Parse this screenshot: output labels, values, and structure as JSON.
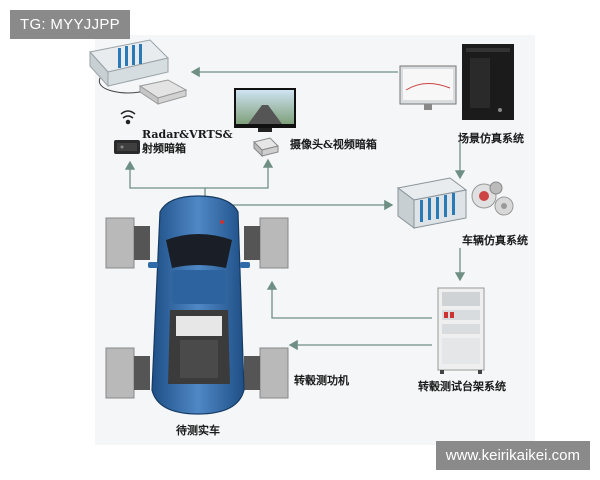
{
  "watermark_tag": "TG: MYYJJPP",
  "watermark_url": "www.keirikaikei.com",
  "labels": {
    "radar_line1": "Radar&VRTS&",
    "radar_line2": "射频暗箱",
    "camera": "摄像头&视频暗箱",
    "scene": "场景仿真系统",
    "vehicle_sim": "车辆仿真系统",
    "dyno": "转毂测功机",
    "test_bench": "转毂测试台架系统",
    "car": "待测实车"
  },
  "colors": {
    "car_blue": "#2f6aa8",
    "arrow_gray": "#6f8f84",
    "roller_gray": "#b9b9b9"
  }
}
